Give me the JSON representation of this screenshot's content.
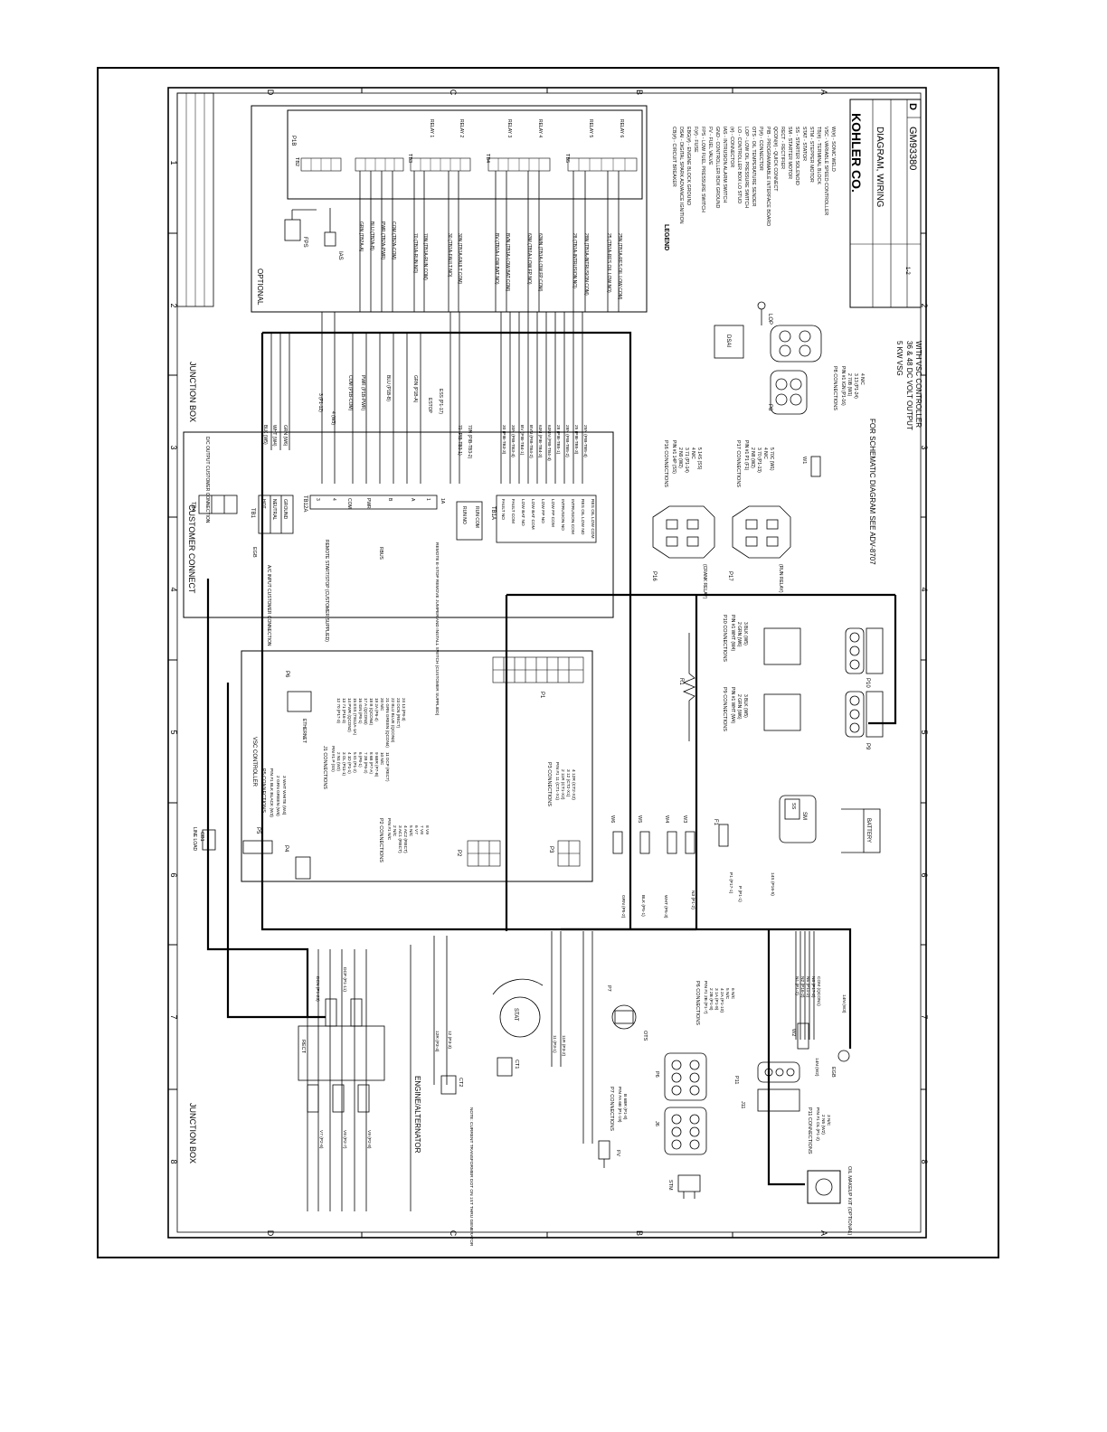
{
  "title_block": {
    "company": "KOHLER CO.",
    "drawing_title": "DIAGRAM, WIRING",
    "drawing_number": "GM93380",
    "revision": "D",
    "sheet": "1-2",
    "subtitle_1": "5 KW VSG",
    "subtitle_2": "36 & 48 DC VOLT OUTPUT",
    "subtitle_3": "WITH VSC CONTROLLER",
    "schematic_note": "FOR SCHEMATIC DIAGRAM SEE ADV-8707"
  },
  "zones": {
    "junction_box_top": "JUNCTION BOX",
    "junction_box_bottom": "JUNCTION BOX",
    "customer_connect": "CUSTOMER CONNECT",
    "optional": "OPTIONAL",
    "engine_alternator": "ENGINE/ALTERNATOR",
    "vsc_controller": "VSC CONTROLLER"
  },
  "grid": {
    "letters": [
      "D",
      "C",
      "B",
      "A"
    ],
    "numbers": [
      "1",
      "2",
      "3",
      "4",
      "5",
      "6",
      "7",
      "8"
    ]
  },
  "components": {
    "p1b": "P1B",
    "tb2": "TB2",
    "tb3": "TB3",
    "tb4_board": "TB4",
    "tb5": "TB5",
    "tb4_customer": "TB4",
    "tb1": "TB1",
    "tb1a": "TB1A",
    "tb12a": "TB12A",
    "p1": "P1",
    "p2": "P2",
    "p3": "P3",
    "p4": "P4",
    "p5": "P5",
    "p6": "P6",
    "p7": "P7",
    "p8": "P8",
    "p9": "P9",
    "p10": "P10",
    "p11": "P11",
    "p16": "P16",
    "p17": "P17",
    "j6": "J6",
    "j11": "J11",
    "ct1": "CT1",
    "ct2": "CT2",
    "stat": "STAT",
    "ots": "OTS",
    "dsai": "DSAI",
    "lop": "LOP",
    "fps": "FPS",
    "ias": "IAS",
    "stm": "STM",
    "fv": "FV",
    "sm": "SM",
    "ss": "SS",
    "battery": "BATTERY",
    "f1": "F1",
    "r1": "R1",
    "w1": "W1",
    "w2": "W2",
    "w3": "W3",
    "w4": "W4",
    "w5": "W5",
    "w6": "W6",
    "egb": "EGB",
    "cb1": "CB1",
    "rect": "RECT",
    "ethernet": "ETHERNET",
    "oil_makeup_kit": "OIL MAKEUP KIT (OPTIONAL)",
    "line_load": "LINE LOAD"
  },
  "relays": [
    "RELAY 1",
    "RELAY 2",
    "RELAY 3",
    "RELAY 4",
    "RELAY 5",
    "RELAY 6"
  ],
  "tb1_terminals": [
    "HOT",
    "NEUTRAL",
    "GROUND"
  ],
  "tb1a_terminals": [
    "FAULT NO",
    "FAULT COM",
    "LOW BAT NO",
    "LOW BAT COM",
    "LOW FP NO",
    "LOW FP COM",
    "INTRUSION NO",
    "INTRUSION COM",
    "RES OIL LOW NO",
    "RES OIL LOW COM"
  ],
  "tb12a_terminals": [
    "3",
    "4",
    "COM",
    "PWR",
    "B",
    "A",
    "1",
    "1A"
  ],
  "run_terminals": [
    "RUN NO",
    "RUN COM"
  ],
  "customer_notes": {
    "remote_start": "REMOTE START/STOP (CUSTOMER SUPPLIED)",
    "rbus": "RBUS",
    "remote_estop": "REMOTE E-STOP REMOVE JUMPER AND INSTALL SWITCH (CUSTOMER SUPPLIED)",
    "ac_input": "A/C INPUT CUSTOMER CONNECTION",
    "dc_output": "D/C OUTPUT CUSTOMER CONNECTION",
    "ct_note": "NOTE: CURRENT TRANSFORMER DOT ON 1ST THRU GENERATOR"
  },
  "legend": {
    "heading": "LEGEND",
    "items": [
      "CB(#) - CIRCUIT BREAKER",
      "DSAI - DIGITAL SPARK ADVANCE IGNITION",
      "EBG(#) - ENGINE BLOCK GROUND",
      "F(#) - FUSE",
      "FPS - LOW FUEL PRESSURE SWITCH",
      "FV - FUEL VALVE",
      "GND - CONTROLLER BOX GROUND",
      "IAS - INTRUSION ALARM SWITCH",
      "(#) - CONNECTOR",
      "LO - CONTROLLER BOX LO STUD",
      "LOP - LOW OIL PRESSURE SWITCH",
      "OTS - OIL TEMPERATURE SENDER",
      "P(#) - CONNECTOR",
      "PIB - PROGRAMMABLE INTERFACE BOARD",
      "QCON(#) - QUICK CONNECT",
      "RECT - RECTIFIER",
      "SM - STARTER MOTOR",
      "SS - STARTER SOLENOID",
      "STAT - STATOR",
      "STM - STEPPER MOTOR",
      "TB(#) - TERMINAL BLOCK",
      "VSC - VARIABLE SPEED CONTROLLER",
      "W(#) - SONIC WELD"
    ]
  },
  "connection_tables": {
    "p16": {
      "title": "P16 CONNECTIONS",
      "rows": [
        "PIN #1 14P (SS)",
        "2 N9 (W2)",
        "3 71 (P1-14)",
        "4 N/C",
        "5 14S (SS)"
      ],
      "caption": "(CRANK RELAY)"
    },
    "p17": {
      "title": "P17 CONNECTIONS",
      "rows": [
        "PIN #1 P1 (F1)",
        "2 N8 (W2)",
        "3 70 (P1-13)",
        "4 N/C",
        "5 70C (W1)"
      ],
      "caption": "(RUN RELAY)"
    },
    "p8": {
      "title": "P8 CONNECTIONS",
      "rows": [
        "PIN #1 IGN (P1-16)",
        "2 70B (W1)",
        "3 13 (P1-24)",
        "4 N/C"
      ]
    },
    "p9": {
      "title": "P9 CONNECTIONS",
      "rows": [
        "PIN #1 WHT (W4)",
        "2 GRN (W6)",
        "3 BLK (W5)"
      ]
    },
    "p10": {
      "title": "P10 CONNECTIONS",
      "rows": [
        "PIN #1 WHT (W4)",
        "2 GRN (W6)",
        "3 BLK (W5)"
      ]
    },
    "p6": {
      "title": "P6 CONNECTIONS",
      "rows": [
        "PIN #1 2B (P1-7)",
        "2 2B (P1-8)",
        "3 1A (P1-9)",
        "4 2A (P1-10)",
        "5 N/C",
        "6 N/C"
      ]
    },
    "p7": {
      "title": "P7 CONNECTIONS",
      "rows": [
        "PIN #A 6B (P1-19)",
        "B 6BR (P1-8)"
      ]
    },
    "p11": {
      "title": "P11 CONNECTIONS",
      "rows": [
        "PIN #1 OL (P1-2)",
        "2 N5 (W2)",
        "3 N/C"
      ]
    },
    "p5": {
      "title": "P5 CONNECTIONS",
      "rows": [
        "PIN #1 BLK BLACK (W3)",
        "2 GRN GREEN (W6)",
        "3 WHT WHITE (W4)"
      ]
    },
    "p2": {
      "title": "P2 CONNECTIONS",
      "rows": [
        "PIN #1 N/C",
        "2 N/C",
        "3 AC1 (RECT)",
        "4 AC2 (RECT)",
        "5 N/C",
        "6 V7",
        "7 V8",
        "8 V9"
      ]
    },
    "p3": {
      "title": "P3 CONNECTIONS",
      "rows": [
        "PIN #1 11 (CT1-X1)",
        "2 11R (CT1-X2)",
        "3 12 (CT2-X1)",
        "4 12R (CT2-X2)"
      ]
    },
    "j1": {
      "title": "J1 CONNECTIONS",
      "rows": [
        "PIN #1 P (SS)",
        "2 N1 (W2)",
        "3 OL (P11-1)",
        "4 1D (P1-1)",
        "5 IG (P1-2)",
        "6 (P8-1)",
        "7 2B (P6-2)",
        "8 6B (P7-A)",
        "9 6BR (P7-B)",
        "10 N/C",
        "11 DCP (RECT)",
        "12 70 (P17-3)",
        "13 71 (P16-3)",
        "14 PWR (QCON2)",
        "15 ESS (TB12A-1A)",
        "16 IGN (P8-1)",
        "17 A (QCON3)",
        "18 B (QCON4)",
        "19 2A (P6-4)",
        "20 N/C",
        "21 GRN GREEN (QCON4)",
        "22 BLU BLUE (QCON3)",
        "23 DCN (RECT)",
        "24 13 (P8-3)"
      ]
    }
  },
  "wire_labels": {
    "junction": [
      "BLK (W5)",
      "WHT (W4)",
      "GRN (W6)",
      "3 (P1-12)",
      "4 (W3)",
      "COM (P1B-COM)",
      "PWR (P1B-PWR)",
      "BLU (P1B-B)",
      "GRN (P1B-A)",
      "ESTOP",
      "ESS (P1-17)",
      "70 (PIB-TB3-1)",
      "70N (PIB-TB3-2)"
    ],
    "pib_side": [
      "GRN (TB2A-A)",
      "BLU (TB2A-B)",
      "PWR (TB2A-PWR)",
      "COM (TB2A-COM)",
      "70 (TB1A-RUN NO)",
      "70N (TB1A-RUN COM)",
      "30 (TB1A-FAULT NO)",
      "30N (TB1A-FAULT COM)",
      "BV (TB1A-LOW BAT NO)",
      "BVN (TB1A-LOW BAT COM)",
      "63M (TB1A-LOW FP NO)",
      "63MN (TB1A-LOW FP COM)",
      "28 (TB1A-INTRUSION NO)",
      "28N (TB1A-INTRUSION COM)",
      "25 (TB1A-RES OIL LOW NO)",
      "25N (TB1A-RES OIL LOW COM)"
    ],
    "tb1a_side": [
      "30 (PIB-TB3-3)",
      "30N (PIB-TB3-4)",
      "BV (PIB-TB4-1)",
      "BVN (PIB-TB4-2)",
      "63M (PIB-TB4-3)",
      "63MN (PIB-TB4-4)",
      "28 (PIB-TB5-1)",
      "28N (PIB-TB5-2)",
      "25 (PIB-TB5-3)",
      "25N (PIB-TB5-4)"
    ],
    "lower": [
      "DCN (P1-23)",
      "DCP (P1-11)",
      "12R (P3-4)",
      "12 (P3-3)",
      "11 (P3-1)",
      "11R (P3-2)",
      "V7 (P2-6)",
      "V8 (P2-7)",
      "V9 (P2-8)",
      "N1 (P1-2)",
      "N2 (P16-2)",
      "N5 (P11-2)",
      "N8 (P17-2)",
      "COM (QCON1)",
      "14N (W3)",
      "P1 (P17-1)",
      "P (P1-1)",
      "14S (P16-5)",
      "GRN (P5-2)",
      "BLK (P5-1)",
      "WHT (P5-3)",
      "14N (W2)",
      "N3 (P1-2)"
    ]
  }
}
